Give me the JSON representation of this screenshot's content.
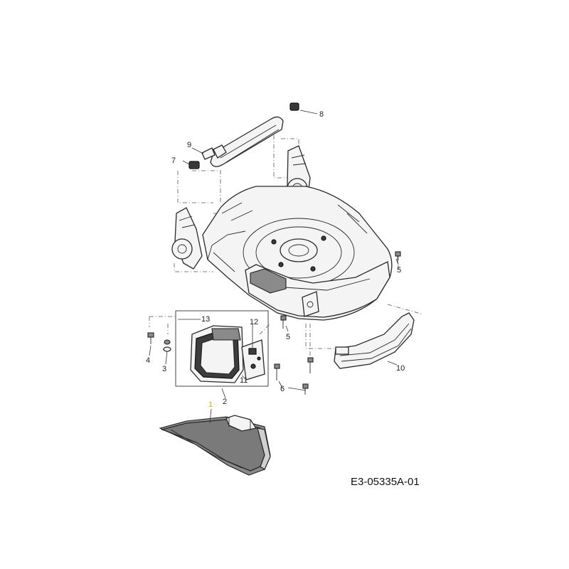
{
  "drawing_code": "E3-05335A-01",
  "callouts": {
    "c1": "1",
    "c2": "2",
    "c3": "3",
    "c4": "4",
    "c5a": "5",
    "c5b": "5",
    "c6": "6",
    "c7": "7",
    "c8": "8",
    "c9": "9",
    "c10": "10",
    "c11": "11",
    "c12": "12",
    "c13": "13"
  },
  "colors": {
    "highlight_callout": "#d4b300"
  }
}
